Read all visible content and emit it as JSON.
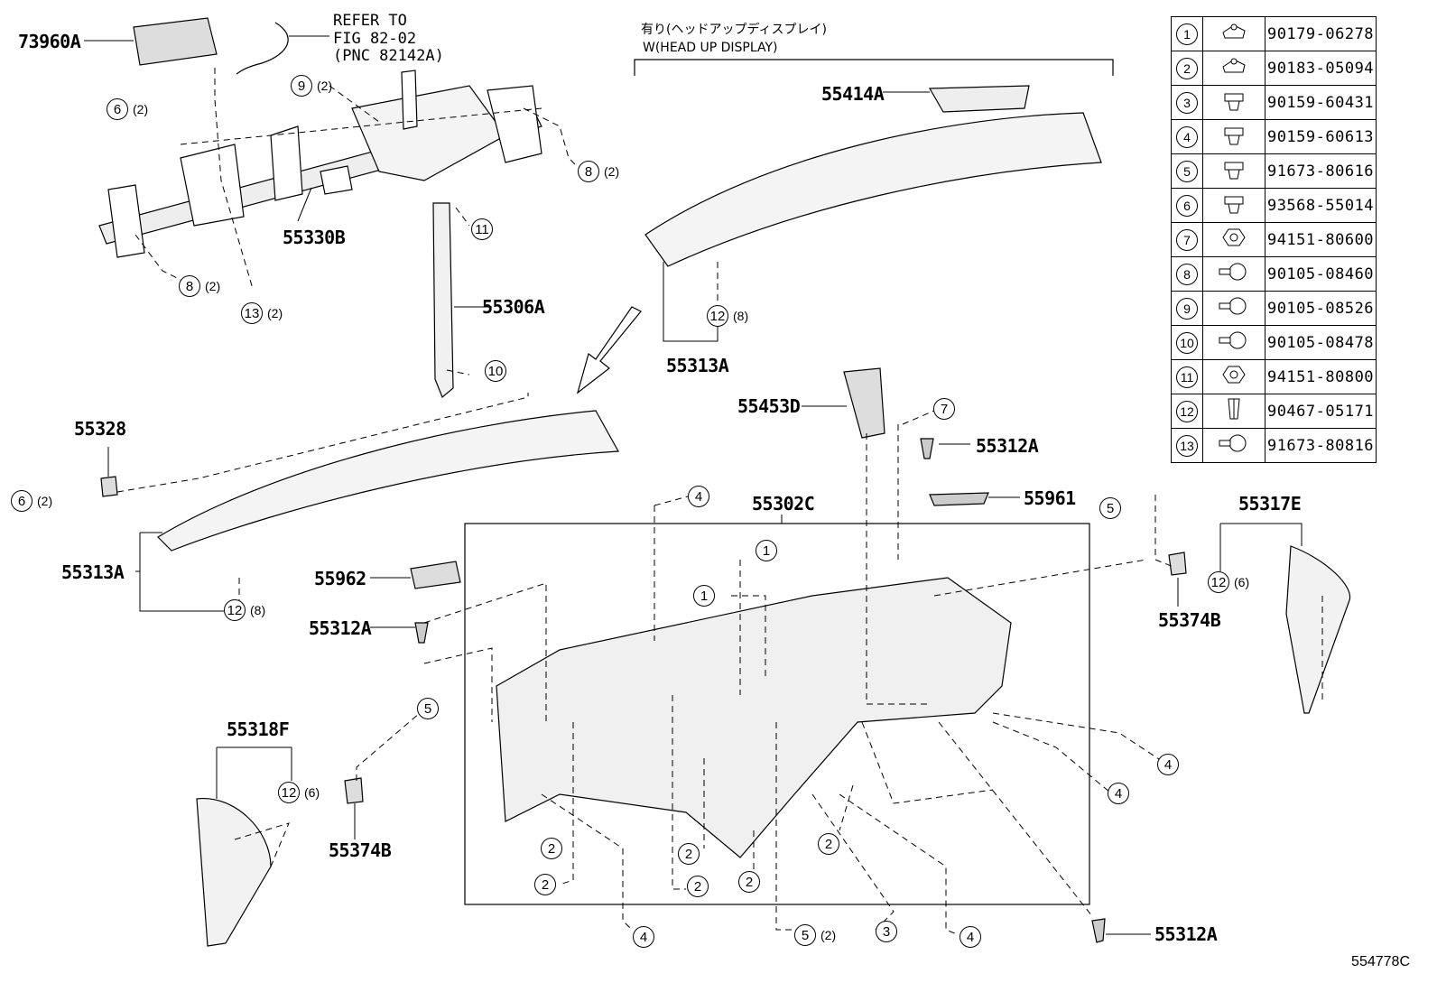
{
  "diagram_code": "554778C",
  "refer_note": "REFER TO\nFIG 82-02\n(PNC 82142A)",
  "hud_note": {
    "jp": "有り(ヘッドアップディスプレイ)",
    "en": "W(HEAD UP DISPLAY)"
  },
  "legend": [
    {
      "num": "1",
      "part": "90179-06278",
      "icon": "clip-nut-icon"
    },
    {
      "num": "2",
      "part": "90183-05094",
      "icon": "clip-nut-icon"
    },
    {
      "num": "3",
      "part": "90159-60431",
      "icon": "screw-icon"
    },
    {
      "num": "4",
      "part": "90159-60613",
      "icon": "screw-icon"
    },
    {
      "num": "5",
      "part": "91673-80616",
      "icon": "screw-icon"
    },
    {
      "num": "6",
      "part": "93568-55014",
      "icon": "screw-icon"
    },
    {
      "num": "7",
      "part": "94151-80600",
      "icon": "nut-icon"
    },
    {
      "num": "8",
      "part": "90105-08460",
      "icon": "bolt-icon"
    },
    {
      "num": "9",
      "part": "90105-08526",
      "icon": "bolt-icon"
    },
    {
      "num": "10",
      "part": "90105-08478",
      "icon": "bolt-icon"
    },
    {
      "num": "11",
      "part": "94151-80800",
      "icon": "nut-icon"
    },
    {
      "num": "12",
      "part": "90467-05171",
      "icon": "clip-icon"
    },
    {
      "num": "13",
      "part": "91673-80816",
      "icon": "bolt-icon"
    }
  ],
  "labels": {
    "p73960A": "73960A",
    "p55330B": "55330B",
    "p55306A": "55306A",
    "p55328": "55328",
    "p55313A_left": "55313A",
    "p55414A": "55414A",
    "p55313A_right": "55313A",
    "p55453D": "55453D",
    "p55312A_top": "55312A",
    "p55961": "55961",
    "p55302C": "55302C",
    "p55962": "55962",
    "p55312A_left": "55312A",
    "p55318F": "55318F",
    "p55374B_left": "55374B",
    "p55317E": "55317E",
    "p55374B_right": "55374B",
    "p55312A_bottom": "55312A"
  },
  "callouts": {
    "c6a": "6",
    "q6a": "(2)",
    "c9": "9",
    "q9": "(2)",
    "c8a": "8",
    "q8a": "(2)",
    "c8b": "8",
    "q8b": "(2)",
    "c13": "13",
    "q13": "(2)",
    "c11": "11",
    "c10": "10",
    "c12a": "12",
    "q12a": "(8)",
    "c6b": "6",
    "q6b": "(2)",
    "c12b": "12",
    "q12b": "(8)",
    "c7": "7",
    "c4a": "4",
    "c1a": "1",
    "c1b": "1",
    "c5a": "5",
    "c12c": "12",
    "q12c": "(6)",
    "c5b": "5",
    "c12d": "12",
    "q12d": "(6)",
    "c2a": "2",
    "c2b": "2",
    "c2c": "2",
    "c2d": "2",
    "c2e": "2",
    "c4b": "4",
    "c5c": "5",
    "q5c": "(2)",
    "c3": "3",
    "c4c": "4",
    "c4d": "4",
    "c4e": "4"
  }
}
